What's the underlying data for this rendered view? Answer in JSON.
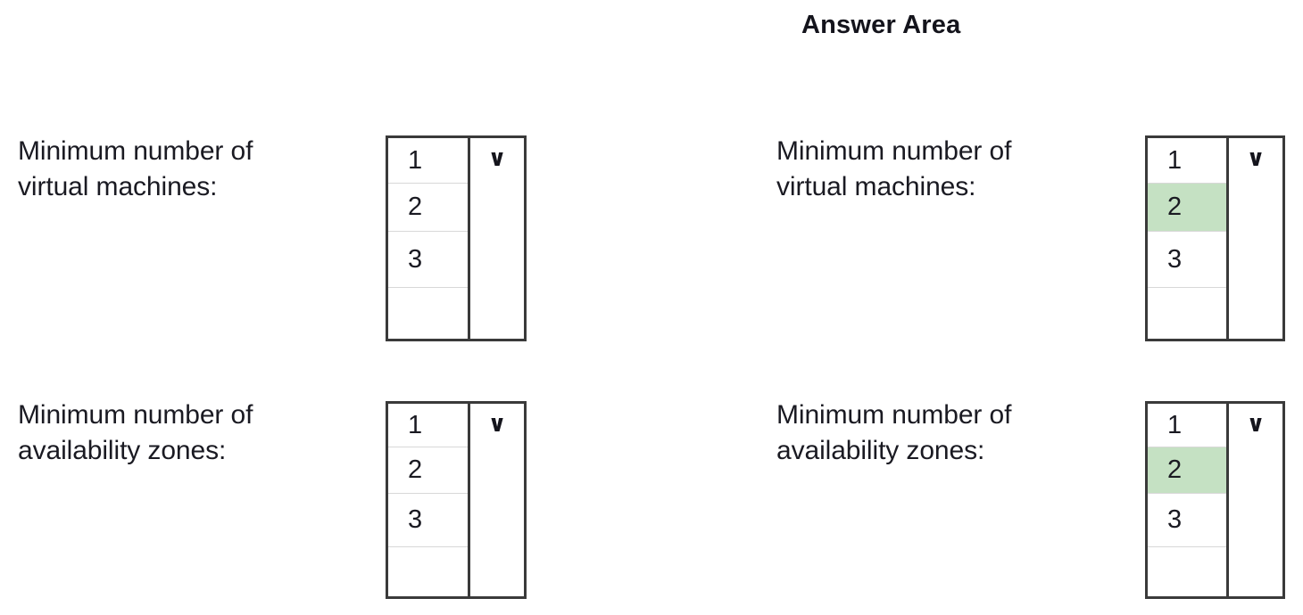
{
  "header": {
    "title": "Answer Area"
  },
  "panels": [
    {
      "name": "question-panel",
      "rows": [
        {
          "label": "Minimum number of\nvirtual machines:",
          "dropdown": {
            "options": [
              "1",
              "2",
              "3",
              ""
            ],
            "selected": null,
            "chevron": "chevron-down-icon",
            "chevron_glyph": "∨"
          }
        },
        {
          "label": "Minimum number of\navailability zones:",
          "dropdown": {
            "options": [
              "1",
              "2",
              "3",
              ""
            ],
            "selected": null,
            "chevron": "chevron-down-icon",
            "chevron_glyph": "∨"
          }
        }
      ]
    },
    {
      "name": "answer-panel",
      "rows": [
        {
          "label": "Minimum number of\nvirtual machines:",
          "dropdown": {
            "options": [
              "1",
              "2",
              "3",
              ""
            ],
            "selected": "2",
            "chevron": "chevron-down-icon",
            "chevron_glyph": "∨"
          }
        },
        {
          "label": "Minimum number of\navailability zones:",
          "dropdown": {
            "options": [
              "1",
              "2",
              "3",
              ""
            ],
            "selected": "2",
            "chevron": "chevron-down-icon",
            "chevron_glyph": "∨"
          }
        }
      ]
    }
  ],
  "colors": {
    "selected_highlight": "#c5e1c3",
    "border": "#3a3a3a",
    "row_divider": "#d8d8d8",
    "text": "#1a1a22",
    "background": "#ffffff"
  }
}
